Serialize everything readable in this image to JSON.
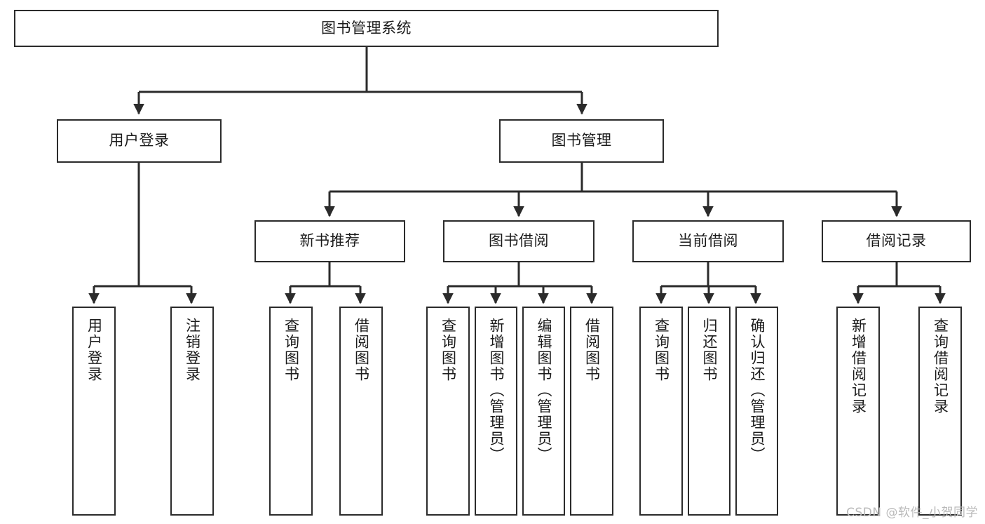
{
  "diagram": {
    "title": "图书管理系统",
    "type": "tree-hierarchy",
    "orientation": "top-down",
    "nodes": {
      "root": {
        "label": "图书管理系统"
      },
      "level2": [
        {
          "id": "user-login",
          "label": "用户登录"
        },
        {
          "id": "book-manage",
          "label": "图书管理"
        }
      ],
      "level3": [
        {
          "id": "new-book-rec",
          "label": "新书推荐"
        },
        {
          "id": "book-borrow",
          "label": "图书借阅"
        },
        {
          "id": "current-borrow",
          "label": "当前借阅"
        },
        {
          "id": "borrow-record",
          "label": "借阅记录"
        }
      ],
      "leaves": [
        {
          "id": "leaf-user-login",
          "label": "用户登录",
          "parent": "user-login"
        },
        {
          "id": "leaf-logout",
          "label": "注销登录",
          "parent": "user-login"
        },
        {
          "id": "leaf-query-book-1",
          "label": "查询图书",
          "parent": "new-book-rec"
        },
        {
          "id": "leaf-borrow-book-1",
          "label": "借阅图书",
          "parent": "new-book-rec"
        },
        {
          "id": "leaf-query-book-2",
          "label": "查询图书",
          "parent": "book-borrow"
        },
        {
          "id": "leaf-add-book",
          "label": "新增图书（管理员）",
          "parent": "book-borrow"
        },
        {
          "id": "leaf-edit-book",
          "label": "编辑图书（管理员）",
          "parent": "book-borrow"
        },
        {
          "id": "leaf-borrow-book-2",
          "label": "借阅图书",
          "parent": "book-borrow"
        },
        {
          "id": "leaf-query-book-3",
          "label": "查询图书",
          "parent": "current-borrow"
        },
        {
          "id": "leaf-return-book",
          "label": "归还图书",
          "parent": "current-borrow"
        },
        {
          "id": "leaf-confirm-return",
          "label": "确认归还（管理员）",
          "parent": "current-borrow"
        },
        {
          "id": "leaf-add-record",
          "label": "新增借阅记录",
          "parent": "borrow-record"
        },
        {
          "id": "leaf-query-record",
          "label": "查询借阅记录",
          "parent": "borrow-record"
        }
      ]
    },
    "colors": {
      "stroke": "#2b2b2b",
      "fill": "#ffffff",
      "text": "#1a1a1a",
      "watermark": "#b9b9b9"
    }
  },
  "watermark": {
    "text": "CSDN @软件_小贺同学"
  }
}
